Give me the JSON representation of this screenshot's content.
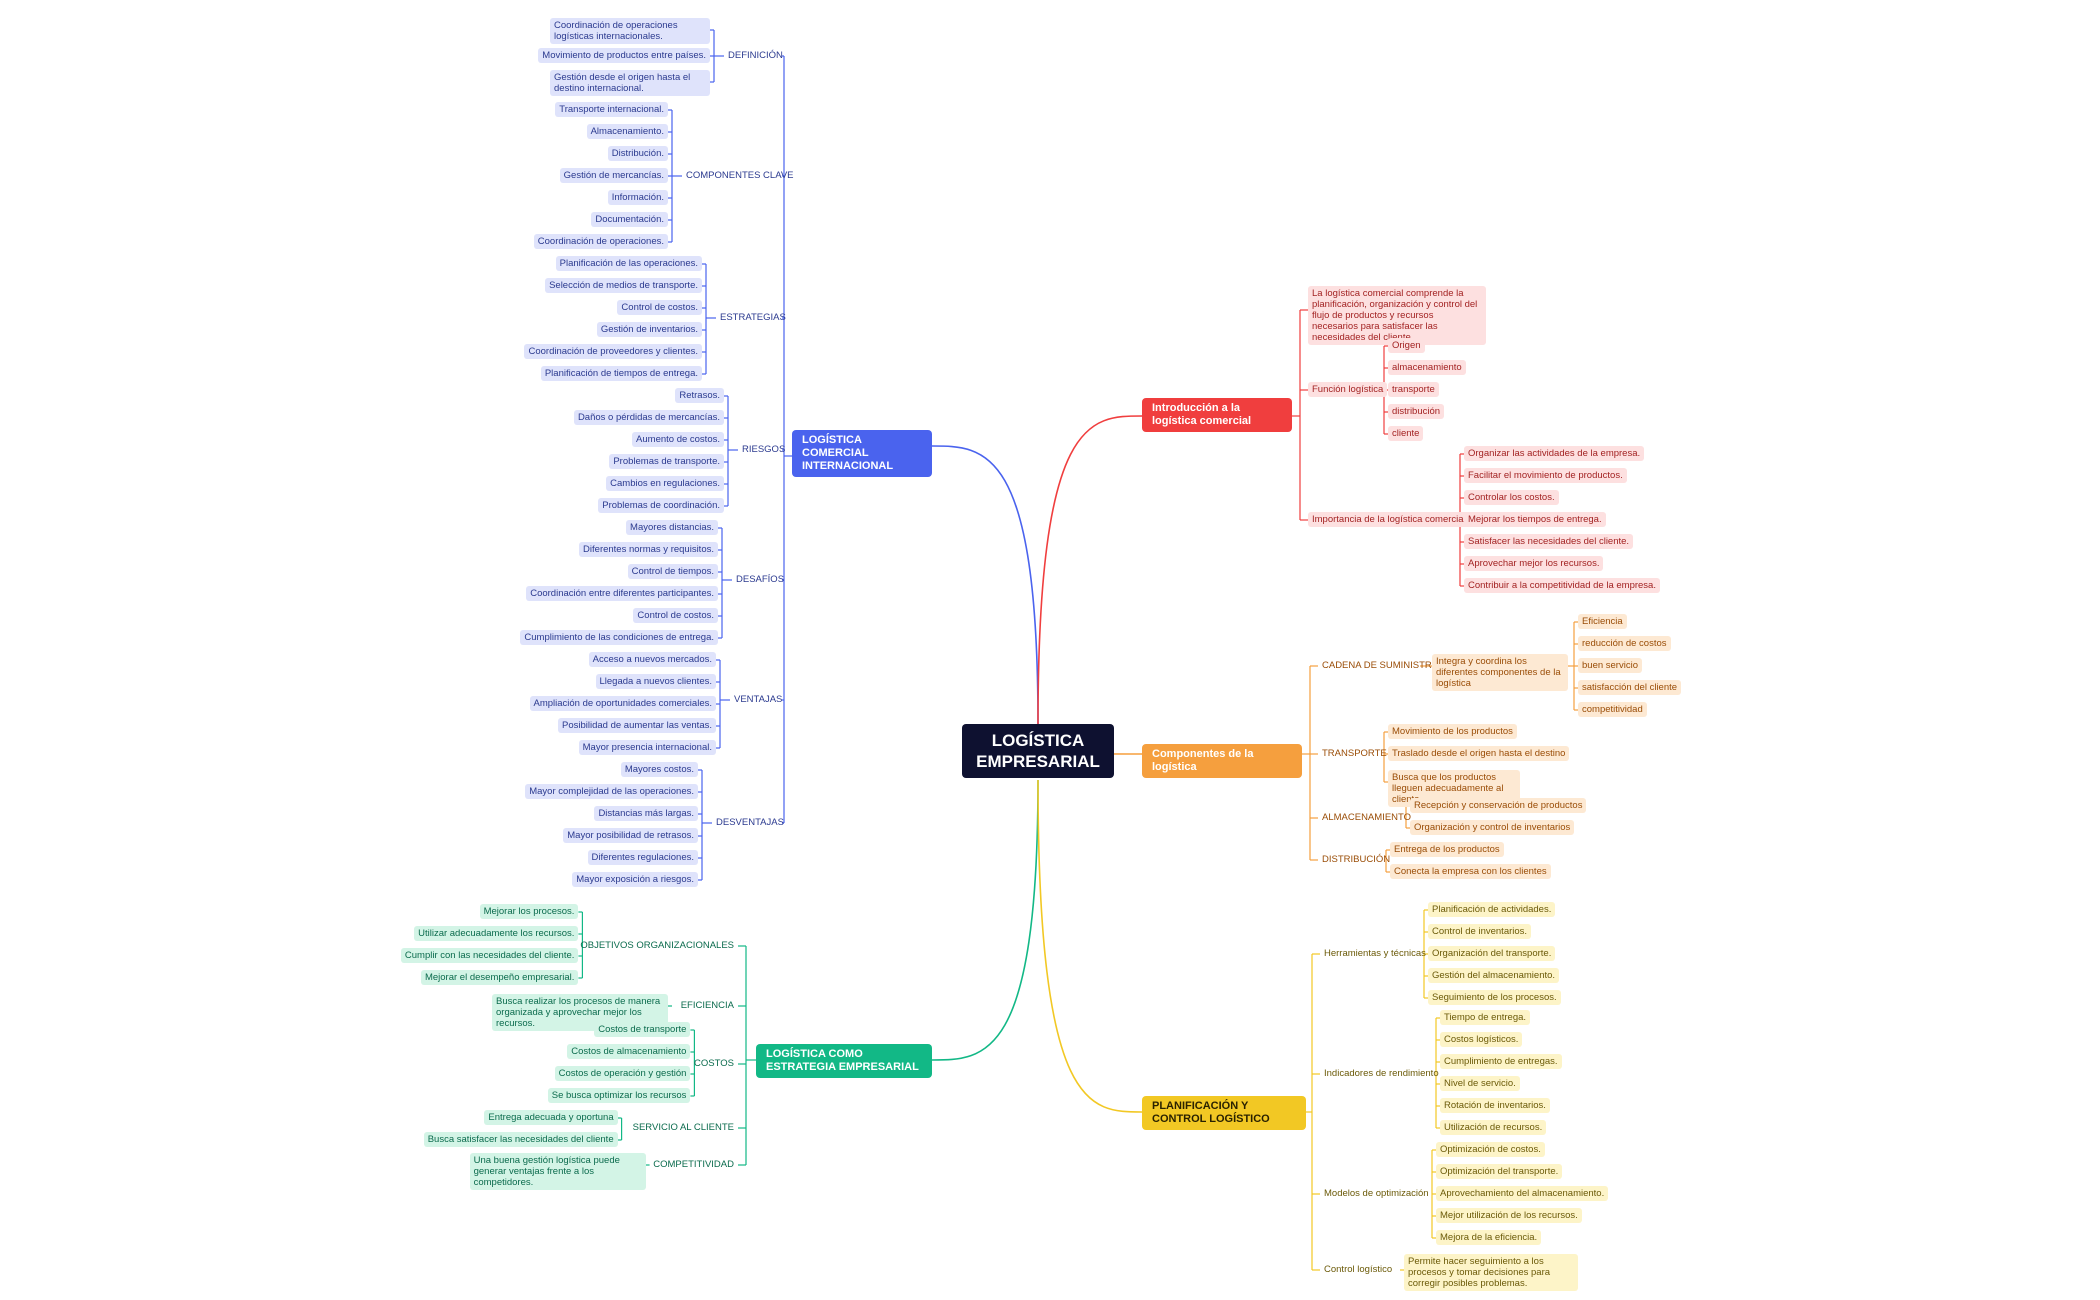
{
  "root": {
    "label": "LOGÍSTICA EMPRESARIAL",
    "color": "#0e1130"
  },
  "branches": [
    {
      "id": "b-blue",
      "label": "LOGÍSTICA COMERCIAL INTERNACIONAL",
      "color": "#4a63ee",
      "light": "#dfe3fb",
      "text": "#2b3a8f",
      "subs": [
        {
          "label": "DEFINICIÓN",
          "leaves": [
            "Coordinación de operaciones logísticas internacionales.",
            "Movimiento de productos entre países.",
            "Gestión desde el origen hasta el destino internacional."
          ]
        },
        {
          "label": "COMPONENTES CLAVE",
          "leaves": [
            "Transporte internacional.",
            "Almacenamiento.",
            "Distribución.",
            "Gestión de mercancías.",
            "Información.",
            "Documentación.",
            "Coordinación de operaciones."
          ]
        },
        {
          "label": "ESTRATEGIAS",
          "leaves": [
            "Planificación de las operaciones.",
            "Selección de medios de transporte.",
            "Control de costos.",
            "Gestión de inventarios.",
            "Coordinación de proveedores y clientes.",
            "Planificación de tiempos de entrega."
          ]
        },
        {
          "label": "RIESGOS",
          "leaves": [
            "Retrasos.",
            "Daños o pérdidas de mercancías.",
            "Aumento de costos.",
            "Problemas de transporte.",
            "Cambios en regulaciones.",
            "Problemas de coordinación."
          ]
        },
        {
          "label": "DESAFÍOS",
          "leaves": [
            "Mayores distancias.",
            "Diferentes normas y requisitos.",
            "Control de tiempos.",
            "Coordinación entre diferentes participantes.",
            "Control de costos.",
            "Cumplimiento de las condiciones de entrega."
          ]
        },
        {
          "label": "VENTAJAS",
          "leaves": [
            "Acceso a nuevos mercados.",
            "Llegada a nuevos clientes.",
            "Ampliación de oportunidades comerciales.",
            "Posibilidad de aumentar las ventas.",
            "Mayor presencia internacional."
          ]
        },
        {
          "label": "DESVENTAJAS",
          "leaves": [
            "Mayores costos.",
            "Mayor complejidad de las operaciones.",
            "Distancias más largas.",
            "Mayor posibilidad de retrasos.",
            "Diferentes regulaciones.",
            "Mayor exposición a riesgos."
          ]
        }
      ]
    },
    {
      "id": "b-green",
      "label": "LOGÍSTICA COMO ESTRATEGIA EMPRESARIAL",
      "color": "#12b886",
      "light": "#d3f4e6",
      "text": "#0b6b4d",
      "subs": [
        {
          "label": "OBJETIVOS ORGANIZACIONALES",
          "leaves": [
            "Mejorar los procesos.",
            "Utilizar adecuadamente los recursos.",
            "Cumplir con las necesidades del cliente.",
            "Mejorar el desempeño empresarial."
          ]
        },
        {
          "label": "EFICIENCIA",
          "leaves": [
            "Busca realizar los procesos de manera organizada y aprovechar mejor los recursos."
          ]
        },
        {
          "label": "COSTOS",
          "leaves": [
            "Costos de transporte",
            "Costos de almacenamiento",
            "Costos de operación y gestión",
            "Se busca optimizar los recursos"
          ]
        },
        {
          "label": "SERVICIO AL CLIENTE",
          "leaves": [
            "Entrega adecuada y oportuna",
            "Busca satisfacer las necesidades del cliente"
          ]
        },
        {
          "label": "COMPETITIVIDAD",
          "leaves": [
            "Una buena gestión logística puede generar ventajas frente a los competidores."
          ]
        }
      ]
    },
    {
      "id": "b-red",
      "label": "Introducción a la logística comercial",
      "color": "#f03e3e",
      "light": "#fde0e0",
      "text": "#a32323",
      "subs": [
        {
          "label": "La logística comercial comprende la planificación, organización y control del flujo de productos y recursos necesarios para satisfacer las necesidades del cliente.",
          "leaves": []
        },
        {
          "label": "Función logística",
          "leaves": [
            "Origen",
            "almacenamiento",
            "transporte",
            "distribución",
            "cliente"
          ]
        },
        {
          "label": "Importancia de la logística comercial",
          "leaves": [
            "Organizar las actividades de la empresa.",
            "Facilitar el movimiento de productos.",
            "Controlar los costos.",
            "Mejorar los tiempos de entrega.",
            "Satisfacer las necesidades del cliente.",
            "Aprovechar mejor los recursos.",
            "Contribuir a la competitividad de la empresa."
          ]
        }
      ]
    },
    {
      "id": "b-orange",
      "label": "Componentes de la logística",
      "color": "#f59f3e",
      "light": "#fde9d3",
      "text": "#9a4d07",
      "subs": [
        {
          "label": "CADENA DE SUMINISTRO",
          "leaves": [
            "Integra y coordina los diferentes componentes de la logística"
          ],
          "deep": [
            "Eficiencia",
            "reducción de costos",
            "buen servicio",
            "satisfacción del cliente",
            "competitividad"
          ]
        },
        {
          "label": "TRANSPORTE",
          "leaves": [
            "Movimiento de los productos",
            "Traslado desde el origen hasta el destino",
            "Busca que los productos lleguen adecuadamente al cliente"
          ]
        },
        {
          "label": "ALMACENAMIENTO",
          "leaves": [
            "Recepción y conservación de productos",
            "Organización y control de inventarios"
          ]
        },
        {
          "label": "DISTRIBUCIÓN",
          "leaves": [
            "Entrega de los productos",
            "Conecta la empresa con los clientes"
          ]
        }
      ]
    },
    {
      "id": "b-yellow",
      "label": "PLANIFICACIÓN Y CONTROL LOGÍSTICO",
      "color": "#f2c824",
      "light": "#fdf4c8",
      "text": "#6b5a08",
      "subs": [
        {
          "label": "Herramientas y técnicas",
          "leaves": [
            "Planificación de actividades.",
            "Control de inventarios.",
            "Organización del transporte.",
            "Gestión del almacenamiento.",
            "Seguimiento de los procesos."
          ]
        },
        {
          "label": "Indicadores de rendimiento",
          "leaves": [
            "Tiempo de entrega.",
            "Costos logísticos.",
            "Cumplimiento de entregas.",
            "Nivel de servicio.",
            "Rotación de inventarios.",
            "Utilización de recursos."
          ]
        },
        {
          "label": "Modelos de optimización",
          "leaves": [
            "Optimización de costos.",
            "Optimización del transporte.",
            "Aprovechamiento del almacenamiento.",
            "Mejor utilización de los recursos.",
            "Mejora de la eficiencia."
          ]
        },
        {
          "label": "Control logístico",
          "leaves": [
            "Permite hacer seguimiento a los procesos y tomar decisiones para corregir posibles problemas."
          ]
        }
      ]
    }
  ]
}
